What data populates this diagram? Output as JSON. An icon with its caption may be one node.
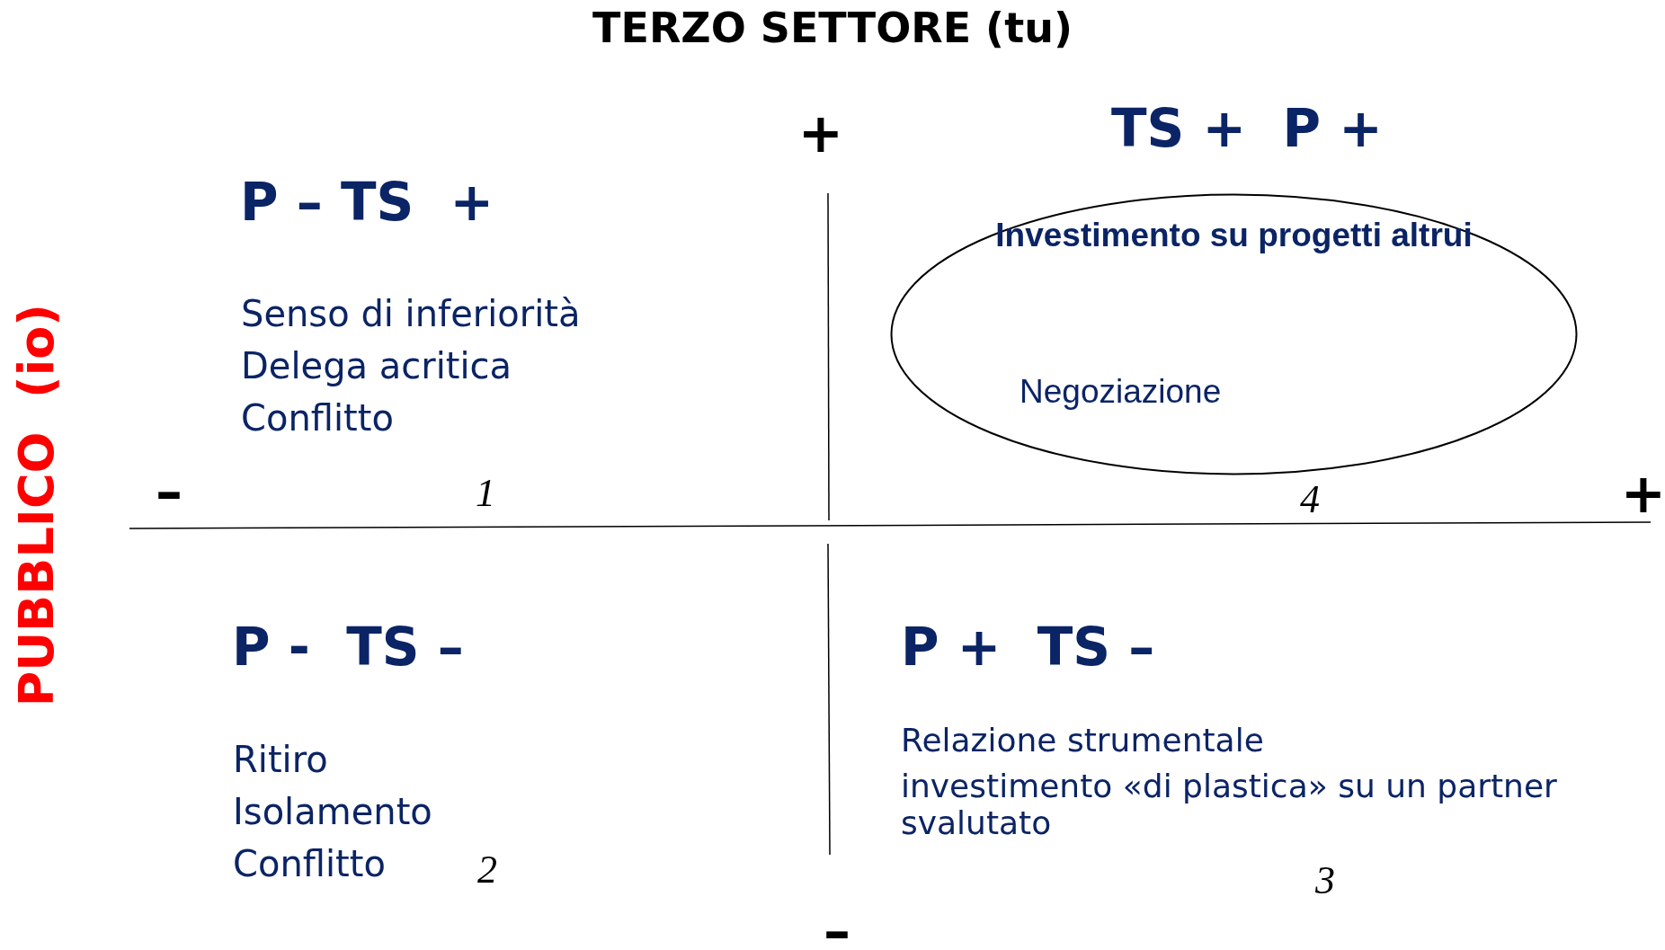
{
  "diagram": {
    "title": "TERZO SETTORE (tu)",
    "nodes": [
      {
        "text": [
          "Investimento su progetti altrui",
          "Negoziazione"
        ]
      }
    ],
    "labels": [
      "+",
      "TS +  P +",
      "PUBBLICO  (io)",
      "P – TS  +",
      "Senso di inferiorità",
      "Delega acritica",
      "Conflitto",
      "–",
      "1",
      "4",
      "+",
      "P -  TS –",
      "P +  TS –",
      "Relazione strumentale",
      "investimento «di plastica» su un partner svalutato",
      "Ritiro",
      "Isolamento",
      "Conflitto",
      "2",
      "3",
      "–"
    ]
  }
}
